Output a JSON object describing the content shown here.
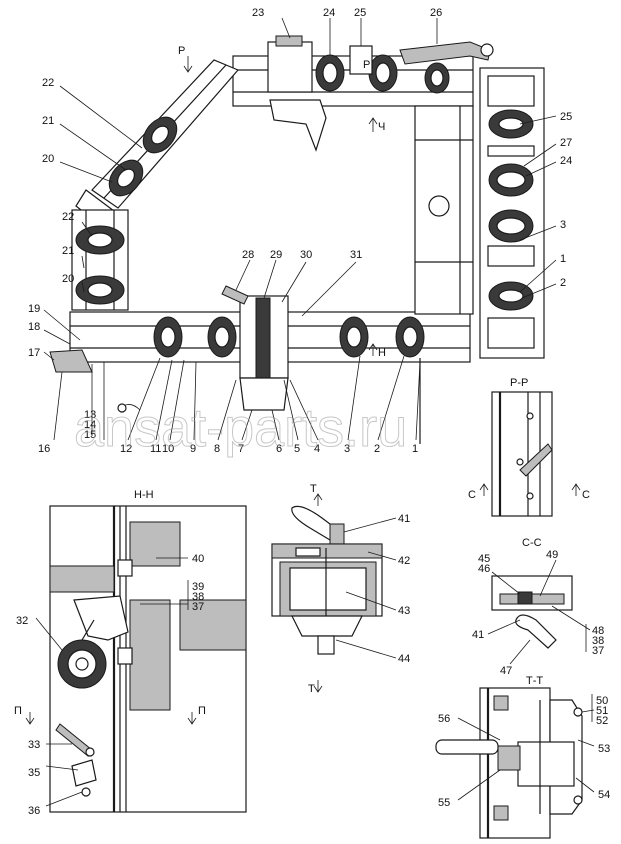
{
  "watermark": "ansat-parts.ru",
  "main_view": {
    "section_marks": {
      "p_top": "Р",
      "p_inner": "Р",
      "ch": "Ч",
      "h": "Н"
    },
    "callouts": {
      "c23": "23",
      "c24a": "24",
      "c25a": "25",
      "c26": "26",
      "c22a": "22",
      "c21a": "21",
      "c20a": "20",
      "c22b": "22",
      "c21b": "21",
      "c20b": "20",
      "c19": "19",
      "c18": "18",
      "c17": "17",
      "c16": "16",
      "c13": "13",
      "c14": "14",
      "c15": "15",
      "c12": "12",
      "c11": "11",
      "c10": "10",
      "c9": "9",
      "c8": "8",
      "c7": "7",
      "c6": "6",
      "c5": "5",
      "c4": "4",
      "c3": "3",
      "c2": "2",
      "c1": "1",
      "c28": "28",
      "c29": "29",
      "c30": "30",
      "c31": "31",
      "c25b": "25",
      "c27": "27",
      "c24b": "24",
      "c3b": "3",
      "c1b": "1",
      "c2b": "2"
    }
  },
  "view_pp": {
    "title": "Р-Р",
    "mark_left": "С",
    "mark_right": "С"
  },
  "view_hh": {
    "title": "Н-Н",
    "mark_left": "П",
    "mark_right": "П",
    "callouts": {
      "c40": "40",
      "c39": "39",
      "c38": "38",
      "c37": "37",
      "c32": "32",
      "c33": "33",
      "c35": "35",
      "c36": "36"
    }
  },
  "view_t": {
    "mark_top": "Т",
    "mark_bottom": "Т",
    "callouts": {
      "c41": "41",
      "c42": "42",
      "c43": "43",
      "c44": "44"
    }
  },
  "view_cc": {
    "title": "С-С",
    "callouts": {
      "c45": "45",
      "c46": "46",
      "c49": "49",
      "c48": "48",
      "c38": "38",
      "c37": "37",
      "c41": "41",
      "c47": "47"
    }
  },
  "view_tt": {
    "title": "Т-Т",
    "callouts": {
      "c50": "50",
      "c51": "51",
      "c52": "52",
      "c56": "56",
      "c53": "53",
      "c54": "54",
      "c55": "55"
    }
  }
}
